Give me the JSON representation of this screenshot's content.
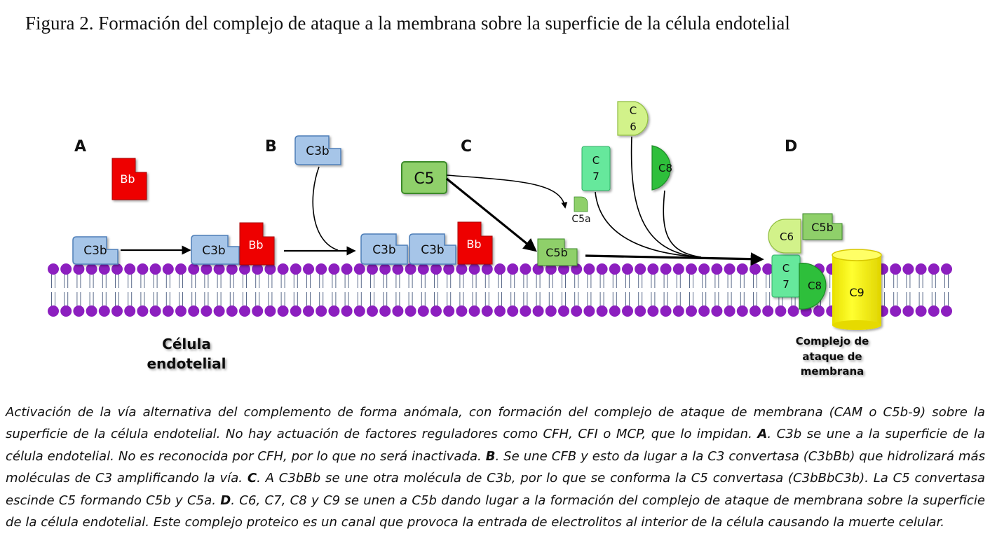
{
  "title": "Figura 2. Formación del complejo de ataque a la membrana sobre la superficie de la célula endotelial",
  "panels": {
    "a": "A",
    "b": "B",
    "c": "C",
    "d": "D"
  },
  "molecules": {
    "bb": "Bb",
    "c3b": "C3b",
    "c5": "C5",
    "c5a": "C5a",
    "c5b": "C5b",
    "c6_line1": "C",
    "c6_line2": "6",
    "c7_line1": "C",
    "c7_line2": "7",
    "c8": "C8",
    "c6": "C6",
    "c9": "C9"
  },
  "cell_label": {
    "line1": "Célula",
    "line2": "endotelial"
  },
  "mac_label": {
    "line1": "Complejo de",
    "line2": "ataque de",
    "line3": "membrana"
  },
  "caption": {
    "intro": "Activación de la vía alternativa del complemento de forma anómala, con formación del complejo de ataque de membrana (CAM o C5b-9) sobre la superficie de la célula endotelial. No hay actuación de factores reguladores como CFH, CFI o MCP, que lo impidan. ",
    "a_key": "A",
    "a_text": ". C3b se une a la superficie de la célula endotelial. No es reconocida por CFH, por lo que no será inactivada. ",
    "b_key": "B",
    "b_text": ". Se une CFB y esto da lugar a la C3 convertasa (C3bBb) que hidrolizará más moléculas de C3 amplificando la vía. ",
    "c_key": "C",
    "c_text": ". A C3bBb se une otra molécula de C3b, por lo que se conforma la C5 convertasa (C3bBbC3b). La C5 convertasa escinde C5 formando C5b y C5a. ",
    "d_key": "D",
    "d_text": ". C6, C7, C8 y C9 se unen a C5b dando lugar a la formación del complejo de ataque de membrana sobre la superficie de la célula endotelial. Este complejo proteico es un canal que provoca la entrada de electrolitos al interior de la célula causando la muerte celular."
  },
  "colors": {
    "lipid_head": "#8c1fbf",
    "lipid_tail": "#5a6a8a",
    "c3b_fill": "#a6c5e8",
    "c3b_stroke": "#4f7fb8",
    "bb_fill": "#ee0000",
    "c5_fill": "#8fd06a",
    "c5_stroke": "#3d8a2c",
    "c6_fill": "#d2f28a",
    "c7_fill": "#66e89c",
    "c8_fill": "#2fbf3a",
    "c9_fill": "#ffff00",
    "c9_stroke": "#d8c800"
  }
}
